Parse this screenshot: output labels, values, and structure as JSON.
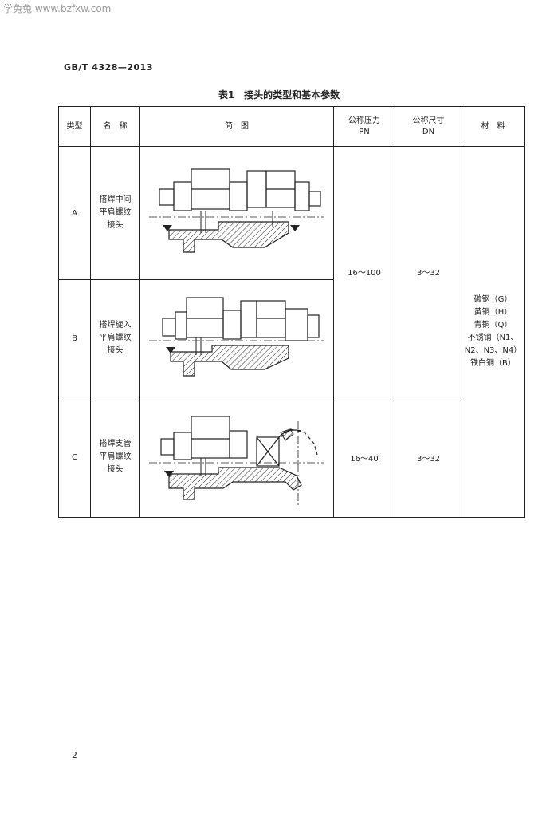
{
  "watermark": "学兔兔 www.bzfxw.com",
  "standard_code": "GB/T 4328—2013",
  "table_title": "表1　接头的类型和基本参数",
  "headers": {
    "type": "类型",
    "name": "名　称",
    "diagram": "简　图",
    "pressure_line1": "公称压力",
    "pressure_line2": "PN",
    "size_line1": "公称尺寸",
    "size_line2": "DN",
    "material": "材　料"
  },
  "rows": [
    {
      "type": "A",
      "name_lines": [
        "搭焊中间",
        "平肩螺纹",
        "接头"
      ]
    },
    {
      "type": "B",
      "name_lines": [
        "搭焊旋入",
        "平肩螺纹",
        "接头"
      ]
    },
    {
      "type": "C",
      "name_lines": [
        "搭焊支管",
        "平肩螺纹",
        "接头"
      ]
    }
  ],
  "pressure_ab": "16～100",
  "pressure_c": "16～40",
  "size_ab": "3～32",
  "size_c": "3～32",
  "materials": [
    "碳钢（G）",
    "黄铜（H）",
    "青铜（Q）",
    "不锈钢（N1、",
    "N2、N3、N4）",
    "铁白铜（B）"
  ],
  "page_number": "2"
}
